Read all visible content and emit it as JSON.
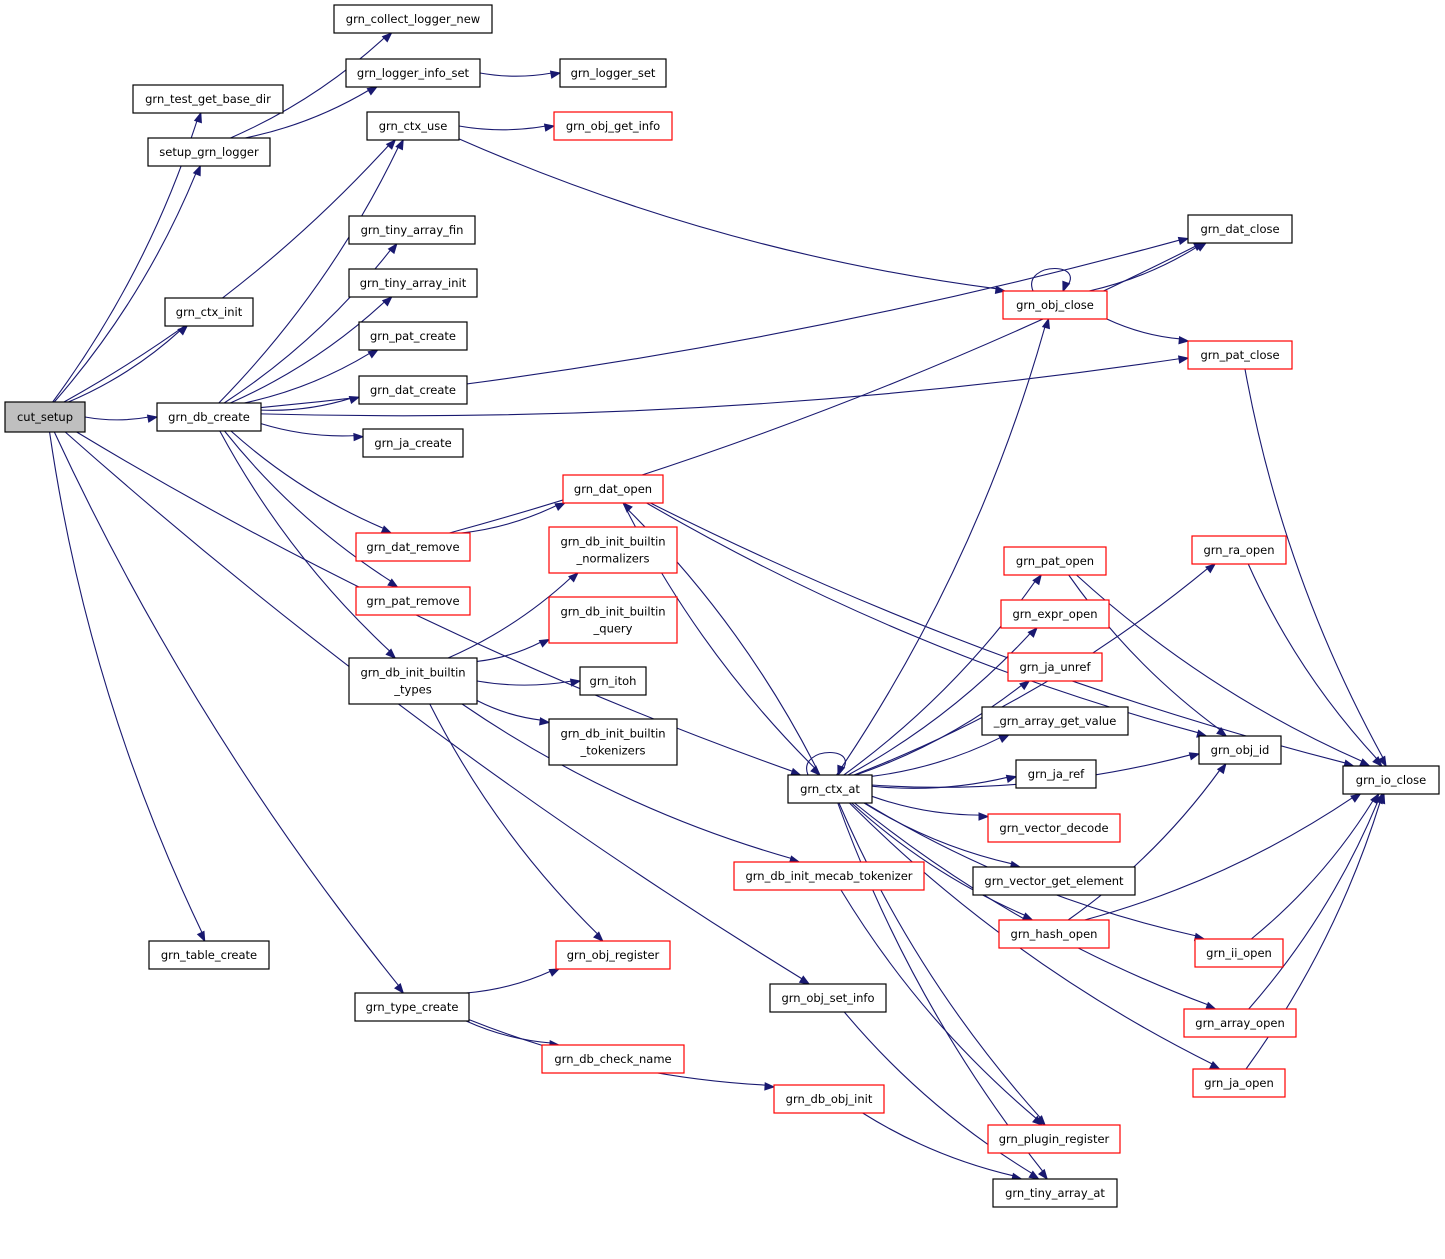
{
  "colors": {
    "edge": "#191970",
    "root_fill": "#bfbfbf",
    "default_fill": "#ffffff",
    "black_border": "#000000",
    "red_border": "#ff0000"
  },
  "diagram": {
    "nodes": [
      {
        "id": "cut_setup",
        "lines": [
          "cut_setup"
        ],
        "border": "black",
        "root": true
      },
      {
        "id": "grn_test_get_base_dir",
        "lines": [
          "grn_test_get_base_dir"
        ],
        "border": "black"
      },
      {
        "id": "setup_grn_logger",
        "lines": [
          "setup_grn_logger"
        ],
        "border": "black"
      },
      {
        "id": "grn_collect_logger_new",
        "lines": [
          "grn_collect_logger_new"
        ],
        "border": "black"
      },
      {
        "id": "grn_logger_info_set",
        "lines": [
          "grn_logger_info_set"
        ],
        "border": "black"
      },
      {
        "id": "grn_logger_set",
        "lines": [
          "grn_logger_set"
        ],
        "border": "black"
      },
      {
        "id": "grn_ctx_init",
        "lines": [
          "grn_ctx_init"
        ],
        "border": "black"
      },
      {
        "id": "grn_db_create",
        "lines": [
          "grn_db_create"
        ],
        "border": "black"
      },
      {
        "id": "grn_ctx_use",
        "lines": [
          "grn_ctx_use"
        ],
        "border": "black"
      },
      {
        "id": "grn_obj_get_info",
        "lines": [
          "grn_obj_get_info"
        ],
        "border": "red"
      },
      {
        "id": "grn_tiny_array_fin",
        "lines": [
          "grn_tiny_array_fin"
        ],
        "border": "black"
      },
      {
        "id": "grn_tiny_array_init",
        "lines": [
          "grn_tiny_array_init"
        ],
        "border": "black"
      },
      {
        "id": "grn_pat_create",
        "lines": [
          "grn_pat_create"
        ],
        "border": "black"
      },
      {
        "id": "grn_dat_create",
        "lines": [
          "grn_dat_create"
        ],
        "border": "black"
      },
      {
        "id": "grn_ja_create",
        "lines": [
          "grn_ja_create"
        ],
        "border": "black"
      },
      {
        "id": "grn_dat_remove",
        "lines": [
          "grn_dat_remove"
        ],
        "border": "red"
      },
      {
        "id": "grn_pat_remove",
        "lines": [
          "grn_pat_remove"
        ],
        "border": "red"
      },
      {
        "id": "grn_dat_open",
        "lines": [
          "grn_dat_open"
        ],
        "border": "red"
      },
      {
        "id": "grn_db_init_builtin_normalizers",
        "lines": [
          "grn_db_init_builtin",
          "_normalizers"
        ],
        "border": "red"
      },
      {
        "id": "grn_db_init_builtin_query",
        "lines": [
          "grn_db_init_builtin",
          "_query"
        ],
        "border": "red"
      },
      {
        "id": "grn_db_init_builtin_types",
        "lines": [
          "grn_db_init_builtin",
          "_types"
        ],
        "border": "black"
      },
      {
        "id": "grn_itoh",
        "lines": [
          "grn_itoh"
        ],
        "border": "black"
      },
      {
        "id": "grn_db_init_builtin_tokenizers",
        "lines": [
          "grn_db_init_builtin",
          "_tokenizers"
        ],
        "border": "black"
      },
      {
        "id": "grn_ctx_at",
        "lines": [
          "grn_ctx_at"
        ],
        "border": "black"
      },
      {
        "id": "grn_db_init_mecab_tokenizer",
        "lines": [
          "grn_db_init_mecab_tokenizer"
        ],
        "border": "red"
      },
      {
        "id": "grn_table_create",
        "lines": [
          "grn_table_create"
        ],
        "border": "black"
      },
      {
        "id": "grn_obj_register",
        "lines": [
          "grn_obj_register"
        ],
        "border": "red"
      },
      {
        "id": "grn_type_create",
        "lines": [
          "grn_type_create"
        ],
        "border": "black"
      },
      {
        "id": "grn_obj_set_info",
        "lines": [
          "grn_obj_set_info"
        ],
        "border": "black"
      },
      {
        "id": "grn_db_check_name",
        "lines": [
          "grn_db_check_name"
        ],
        "border": "red"
      },
      {
        "id": "grn_db_obj_init",
        "lines": [
          "grn_db_obj_init"
        ],
        "border": "red"
      },
      {
        "id": "grn_dat_close",
        "lines": [
          "grn_dat_close"
        ],
        "border": "black"
      },
      {
        "id": "grn_obj_close",
        "lines": [
          "grn_obj_close"
        ],
        "border": "red"
      },
      {
        "id": "grn_pat_close",
        "lines": [
          "grn_pat_close"
        ],
        "border": "red"
      },
      {
        "id": "grn_ra_open",
        "lines": [
          "grn_ra_open"
        ],
        "border": "red"
      },
      {
        "id": "grn_pat_open",
        "lines": [
          "grn_pat_open"
        ],
        "border": "red"
      },
      {
        "id": "grn_expr_open",
        "lines": [
          "grn_expr_open"
        ],
        "border": "red"
      },
      {
        "id": "grn_ja_unref",
        "lines": [
          "grn_ja_unref"
        ],
        "border": "red"
      },
      {
        "id": "_grn_array_get_value",
        "lines": [
          "_grn_array_get_value"
        ],
        "border": "black"
      },
      {
        "id": "grn_ja_ref",
        "lines": [
          "grn_ja_ref"
        ],
        "border": "black"
      },
      {
        "id": "grn_vector_decode",
        "lines": [
          "grn_vector_decode"
        ],
        "border": "red"
      },
      {
        "id": "grn_vector_get_element",
        "lines": [
          "grn_vector_get_element"
        ],
        "border": "black"
      },
      {
        "id": "grn_hash_open",
        "lines": [
          "grn_hash_open"
        ],
        "border": "red"
      },
      {
        "id": "grn_obj_id",
        "lines": [
          "grn_obj_id"
        ],
        "border": "black"
      },
      {
        "id": "grn_io_close",
        "lines": [
          "grn_io_close"
        ],
        "border": "black"
      },
      {
        "id": "grn_ii_open",
        "lines": [
          "grn_ii_open"
        ],
        "border": "red"
      },
      {
        "id": "grn_array_open",
        "lines": [
          "grn_array_open"
        ],
        "border": "red"
      },
      {
        "id": "grn_ja_open",
        "lines": [
          "grn_ja_open"
        ],
        "border": "red"
      },
      {
        "id": "grn_plugin_register",
        "lines": [
          "grn_plugin_register"
        ],
        "border": "red"
      },
      {
        "id": "grn_tiny_array_at",
        "lines": [
          "grn_tiny_array_at"
        ],
        "border": "black"
      }
    ],
    "edges": [
      {
        "from": "cut_setup",
        "to": "grn_test_get_base_dir"
      },
      {
        "from": "cut_setup",
        "to": "setup_grn_logger"
      },
      {
        "from": "cut_setup",
        "to": "grn_ctx_init"
      },
      {
        "from": "cut_setup",
        "to": "grn_db_create"
      },
      {
        "from": "cut_setup",
        "to": "grn_ctx_use"
      },
      {
        "from": "cut_setup",
        "to": "grn_ctx_at"
      },
      {
        "from": "cut_setup",
        "to": "grn_obj_set_info"
      },
      {
        "from": "cut_setup",
        "to": "grn_table_create"
      },
      {
        "from": "cut_setup",
        "to": "grn_type_create"
      },
      {
        "from": "setup_grn_logger",
        "to": "grn_collect_logger_new"
      },
      {
        "from": "setup_grn_logger",
        "to": "grn_logger_info_set"
      },
      {
        "from": "grn_logger_info_set",
        "to": "grn_logger_set"
      },
      {
        "from": "grn_db_create",
        "to": "grn_ctx_use"
      },
      {
        "from": "grn_db_create",
        "to": "grn_tiny_array_fin"
      },
      {
        "from": "grn_db_create",
        "to": "grn_tiny_array_init"
      },
      {
        "from": "grn_db_create",
        "to": "grn_pat_create"
      },
      {
        "from": "grn_db_create",
        "to": "grn_dat_create"
      },
      {
        "from": "grn_db_create",
        "to": "grn_ja_create"
      },
      {
        "from": "grn_db_create",
        "to": "grn_dat_remove"
      },
      {
        "from": "grn_db_create",
        "to": "grn_pat_remove"
      },
      {
        "from": "grn_db_create",
        "to": "grn_db_init_builtin_types"
      },
      {
        "from": "grn_db_create",
        "to": "grn_dat_close"
      },
      {
        "from": "grn_db_create",
        "to": "grn_pat_close"
      },
      {
        "from": "grn_ctx_use",
        "to": "grn_obj_get_info"
      },
      {
        "from": "grn_ctx_use",
        "to": "grn_obj_close"
      },
      {
        "from": "grn_dat_remove",
        "to": "grn_dat_open"
      },
      {
        "from": "grn_dat_remove",
        "to": "grn_dat_close"
      },
      {
        "from": "grn_dat_open",
        "to": "grn_ctx_at"
      },
      {
        "from": "grn_dat_open",
        "to": "grn_obj_id"
      },
      {
        "from": "grn_db_init_builtin_types",
        "to": "grn_db_init_builtin_normalizers"
      },
      {
        "from": "grn_db_init_builtin_types",
        "to": "grn_db_init_builtin_query"
      },
      {
        "from": "grn_db_init_builtin_types",
        "to": "grn_itoh"
      },
      {
        "from": "grn_db_init_builtin_types",
        "to": "grn_db_init_builtin_tokenizers"
      },
      {
        "from": "grn_db_init_builtin_types",
        "to": "grn_obj_register"
      },
      {
        "from": "grn_db_init_builtin_types",
        "to": "grn_db_init_mecab_tokenizer"
      },
      {
        "from": "grn_db_init_mecab_tokenizer",
        "to": "grn_plugin_register"
      },
      {
        "from": "grn_type_create",
        "to": "grn_obj_register"
      },
      {
        "from": "grn_type_create",
        "to": "grn_db_check_name"
      },
      {
        "from": "grn_type_create",
        "to": "grn_db_obj_init"
      },
      {
        "from": "grn_db_obj_init",
        "to": "grn_tiny_array_at"
      },
      {
        "from": "grn_obj_set_info",
        "to": "grn_tiny_array_at"
      },
      {
        "from": "grn_ctx_at",
        "to": "grn_ctx_at"
      },
      {
        "from": "grn_ctx_at",
        "to": "grn_dat_open"
      },
      {
        "from": "grn_ctx_at",
        "to": "grn_obj_close"
      },
      {
        "from": "grn_ctx_at",
        "to": "grn_ra_open"
      },
      {
        "from": "grn_ctx_at",
        "to": "grn_pat_open"
      },
      {
        "from": "grn_ctx_at",
        "to": "grn_expr_open"
      },
      {
        "from": "grn_ctx_at",
        "to": "grn_ja_unref"
      },
      {
        "from": "grn_ctx_at",
        "to": "_grn_array_get_value"
      },
      {
        "from": "grn_ctx_at",
        "to": "grn_ja_ref"
      },
      {
        "from": "grn_ctx_at",
        "to": "grn_vector_decode"
      },
      {
        "from": "grn_ctx_at",
        "to": "grn_vector_get_element"
      },
      {
        "from": "grn_ctx_at",
        "to": "grn_hash_open"
      },
      {
        "from": "grn_ctx_at",
        "to": "grn_ii_open"
      },
      {
        "from": "grn_ctx_at",
        "to": "grn_array_open"
      },
      {
        "from": "grn_ctx_at",
        "to": "grn_ja_open"
      },
      {
        "from": "grn_ctx_at",
        "to": "grn_plugin_register"
      },
      {
        "from": "grn_ctx_at",
        "to": "grn_tiny_array_at"
      },
      {
        "from": "grn_ctx_at",
        "to": "grn_obj_id"
      },
      {
        "from": "grn_obj_close",
        "to": "grn_obj_close"
      },
      {
        "from": "grn_obj_close",
        "to": "grn_dat_close"
      },
      {
        "from": "grn_obj_close",
        "to": "grn_pat_close"
      },
      {
        "from": "grn_pat_close",
        "to": "grn_io_close"
      },
      {
        "from": "grn_ra_open",
        "to": "grn_io_close"
      },
      {
        "from": "grn_pat_open",
        "to": "grn_obj_id"
      },
      {
        "from": "grn_pat_open",
        "to": "grn_io_close"
      },
      {
        "from": "grn_hash_open",
        "to": "grn_obj_id"
      },
      {
        "from": "grn_hash_open",
        "to": "grn_io_close"
      },
      {
        "from": "grn_ii_open",
        "to": "grn_io_close"
      },
      {
        "from": "grn_array_open",
        "to": "grn_io_close"
      },
      {
        "from": "grn_ja_open",
        "to": "grn_io_close"
      },
      {
        "from": "grn_dat_open",
        "to": "grn_io_close"
      }
    ]
  }
}
